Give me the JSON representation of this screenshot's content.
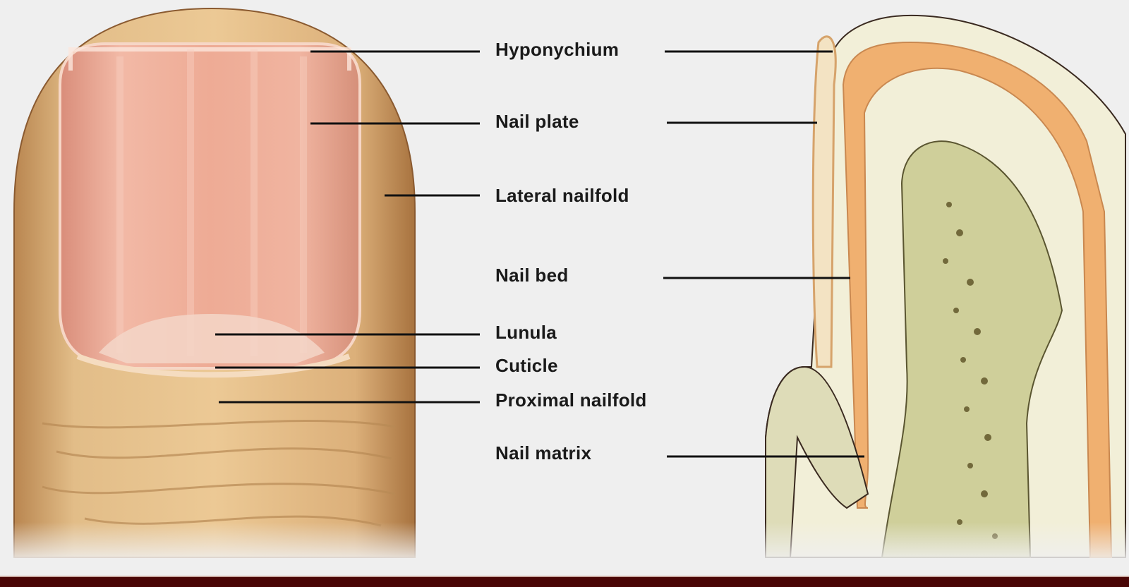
{
  "labels": {
    "hyponychium": "Hyponychium",
    "nail_plate": "Nail plate",
    "lateral_nailfold": "Lateral nailfold",
    "nail_bed": "Nail bed",
    "lunula": "Lunula",
    "cuticle": "Cuticle",
    "proximal_nailfold": "Proximal nailfold",
    "nail_matrix": "Nail matrix"
  },
  "colors": {
    "skin": "#d9ae7a",
    "nail": "#e8a894",
    "epidermis": "#f0b070",
    "bone": "#cfcf9a",
    "footer": "#4a0606"
  }
}
